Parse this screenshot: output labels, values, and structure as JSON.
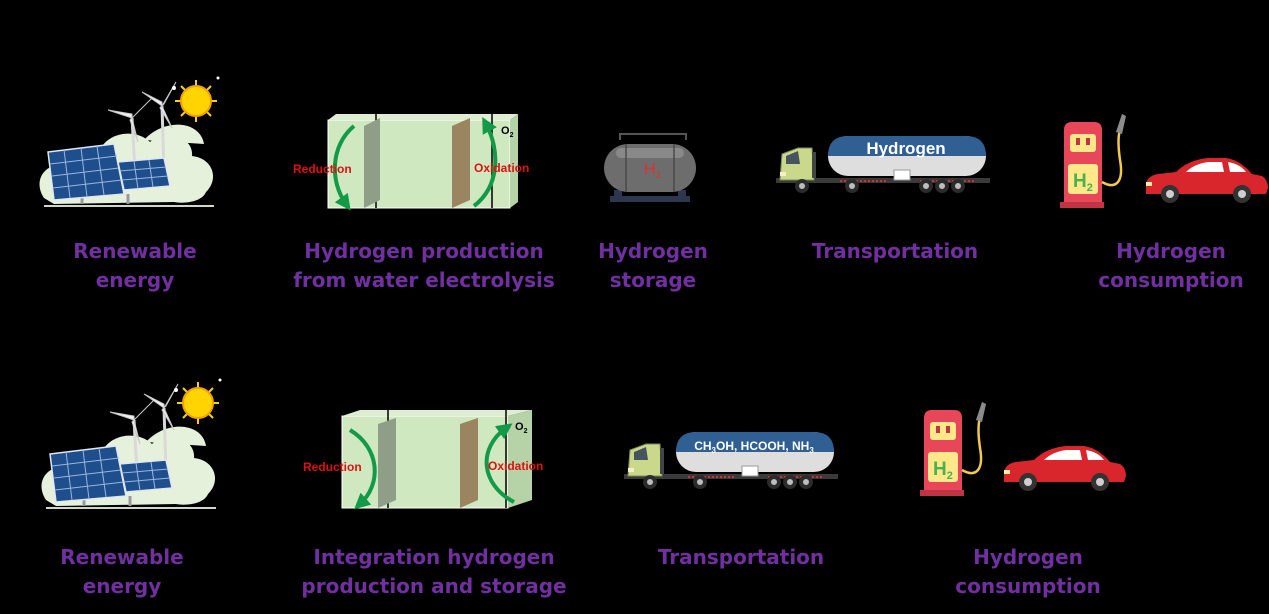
{
  "colors": {
    "label": "#7030a0",
    "cell_fill": "#cfe8c0",
    "arrow": "#139a48",
    "redox_text": "#e01010",
    "car": "#d9262c",
    "pump": "#e8475a",
    "tank": "#6d6d6d",
    "truck_cab": "#c9d88a"
  },
  "icons": [
    "renewable-energy-icon",
    "sun-icon",
    "wind-turbine-icon",
    "solar-panel-icon",
    "electrolyzer-icon",
    "storage-tank-icon",
    "tanker-truck-icon",
    "hydrogen-pump-icon",
    "car-icon"
  ],
  "row1": {
    "labels": {
      "renewable": [
        "Renewable",
        "energy"
      ],
      "production": [
        "Hydrogen production",
        "from water electrolysis"
      ],
      "storage": [
        "Hydrogen",
        "storage"
      ],
      "transport": [
        "Transportation"
      ],
      "consumption": [
        "Hydrogen",
        "consumption"
      ]
    },
    "electrolyzer": {
      "reduction": "Reduction",
      "oxidation": "Oxidation",
      "o2": "O",
      "o2_sub": "2"
    },
    "tank": {
      "h2": "H",
      "h2_sub": "2"
    },
    "truck": {
      "cargo": "Hydrogen"
    },
    "pump": {
      "h2": "H",
      "h2_sub": "2"
    }
  },
  "row2": {
    "labels": {
      "renewable": [
        "Renewable",
        "energy"
      ],
      "production": [
        "Integration hydrogen",
        "production and storage"
      ],
      "transport": [
        "Transportation"
      ],
      "consumption": [
        "Hydrogen",
        "consumption"
      ]
    },
    "electrolyzer": {
      "reduction": "Reduction",
      "oxidation": "Oxidation",
      "o2": "O",
      "o2_sub": "2"
    },
    "truck": {
      "cargo_parts": [
        "CH",
        "3",
        "OH, HCOOH, NH",
        "3"
      ]
    },
    "pump": {
      "h2": "H",
      "h2_sub": "2"
    }
  }
}
